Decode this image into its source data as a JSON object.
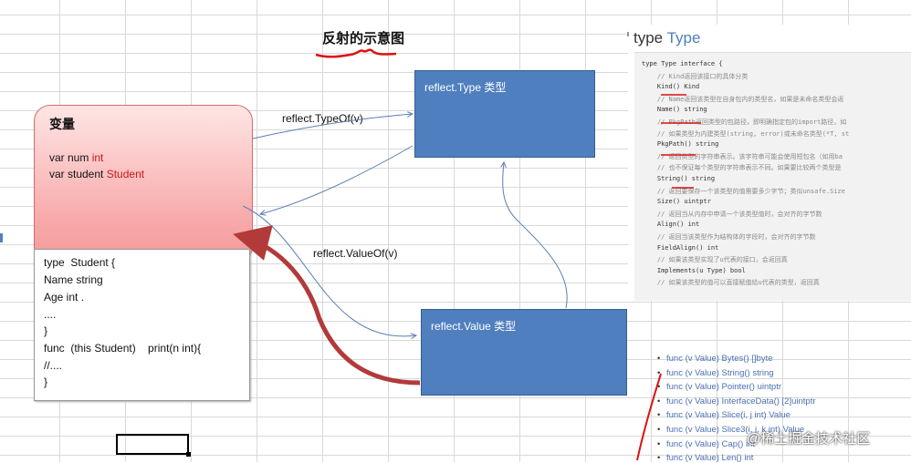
{
  "title": "反射的示意图",
  "variable_box": {
    "title": "变量",
    "lines": [
      {
        "prefix": "var num ",
        "type": "int"
      },
      {
        "prefix": "var student ",
        "type": "Student"
      }
    ]
  },
  "struct_box": {
    "lines": [
      "type  Student {",
      "Name string",
      "Age int .",
      "....",
      "}",
      "func  (this Student)    print(n int){",
      "//....",
      "}"
    ]
  },
  "type_box": {
    "label": "reflect.Type 类型"
  },
  "value_box": {
    "label": "reflect.Value 类型"
  },
  "edges": {
    "typeof": "reflect.TypeOf(v)",
    "valueof": "reflect.ValueOf(v)"
  },
  "type_doc": {
    "heading_plain": "type",
    "heading_kw": "Type",
    "lines": [
      {
        "text": "type Type interface {",
        "kind": "code"
      },
      {
        "text": "    // Kind返回该接口的具体分类",
        "kind": "comment"
      },
      {
        "text": "    Kind() Kind",
        "kind": "code"
      },
      {
        "text": "    // Name返回该类型在自身包内的类型名，如果是未命名类型会返",
        "kind": "comment"
      },
      {
        "text": "    Name() string",
        "kind": "code"
      },
      {
        "text": "    // PkgPath返回类型的包路径，即明确指定包的import路径，如",
        "kind": "comment"
      },
      {
        "text": "    // 如果类型为内建类型(string, error)或未命名类型(*T, st",
        "kind": "comment"
      },
      {
        "text": "    PkgPath() string",
        "kind": "code"
      },
      {
        "text": "    // 返回类型的字符串表示。该字符串可能会使用短包名（如用ba",
        "kind": "comment"
      },
      {
        "text": "    // 也不保证每个类型的字符串表示不同。如果要比较两个类型是",
        "kind": "comment"
      },
      {
        "text": "    String() string",
        "kind": "code"
      },
      {
        "text": "    // 返回要保存一个该类型的值需要多少字节；类似unsafe.Size",
        "kind": "comment"
      },
      {
        "text": "    Size() uintptr",
        "kind": "code"
      },
      {
        "text": "    // 返回当从内存中申请一个该类型值时，会对齐的字节数",
        "kind": "comment"
      },
      {
        "text": "    Align() int",
        "kind": "code"
      },
      {
        "text": "    // 返回当该类型作为结构体的字段时，会对齐的字节数",
        "kind": "comment"
      },
      {
        "text": "    FieldAlign() int",
        "kind": "code"
      },
      {
        "text": "    // 如果该类型实现了u代表的接口，会返回真",
        "kind": "comment"
      },
      {
        "text": "    Implements(u Type) bool",
        "kind": "code"
      },
      {
        "text": "    // 如果该类型的值可以直接赋值给u代表的类型，返回真",
        "kind": "comment"
      }
    ]
  },
  "value_methods": [
    "func (v Value) Bytes() []byte",
    "func (v Value) String() string",
    "func (v Value) Pointer() uintptr",
    "func (v Value) InterfaceData() [2]uintptr",
    "func (v Value) Slice(i, j int) Value",
    "func (v Value) Slice3(i, j, k int) Value",
    "func (v Value) Cap() int",
    "func (v Value) Len() int"
  ],
  "watermark": "@稀土掘金技术社区"
}
